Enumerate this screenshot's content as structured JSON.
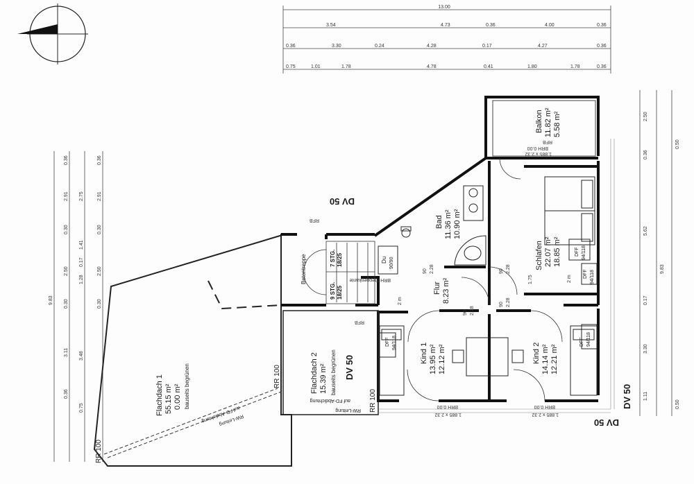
{
  "rooms": {
    "bad": {
      "name": "Bad",
      "area1": "11.36 m²",
      "area2": "10.90 m²"
    },
    "schlafen": {
      "name": "Schlafen",
      "area1": "22.07 m²",
      "area2": "18.85 m²"
    },
    "balkon": {
      "name": "Balkon",
      "area1": "11.82 m²",
      "area2": "5.58 m²"
    },
    "flur": {
      "name": "Flur",
      "area1": "8.23 m²"
    },
    "kind1": {
      "name": "Kind 1",
      "area1": "13.95 m²",
      "area2": "12.12 m²"
    },
    "kind2": {
      "name": "Kind 2",
      "area1": "14.14 m²",
      "area2": "12.21 m²"
    },
    "flachdach1": {
      "name": "Flachdach 1",
      "area1": "55.15 m²",
      "area2": "0.00 m²",
      "note": "bauseits begrünen"
    },
    "flachdach2": {
      "name": "Flachdach 2",
      "area1": "15.39 m²",
      "note": "bauseits begrünen"
    }
  },
  "labels": {
    "betontreppe": "Betontreppe",
    "stg7": "7 STG.",
    "stg7b": "18/25",
    "stg9": "9 STG.",
    "stg9b": "18/25",
    "du": "Du",
    "du_size": "90/90",
    "dff": "DFF",
    "dff_size": "94/118",
    "dv50": "DV 50",
    "rr100": "RR 100",
    "rwl": "RW-Leitung",
    "fd_abdichtung": "auf FD-Abdichtung",
    "rfb": "RFB",
    "brh": "BRH 0.00",
    "win_size": "1.885 x 2.32",
    "brh_treppe": "BRH Treppenkante",
    "flur_90": "90",
    "flur_228": "2.28",
    "m2": "2 m",
    "dim_175": "1.75"
  },
  "dims_top": {
    "total": "13.00",
    "row2": [
      "3.54",
      "4.73",
      "0.36",
      "4.00",
      "0.36"
    ],
    "row3": [
      "0.36",
      "3.30",
      "0.24",
      "4.28",
      "0.17",
      "4.27",
      "0.36"
    ],
    "row4": [
      "0.75",
      "1.01",
      "1.78",
      "4.78",
      "0.41",
      "1.80",
      "1.78",
      "0.36"
    ]
  },
  "dims_left": {
    "total": "9.83",
    "col1": [
      "0.36",
      "2.91",
      "0.30",
      "2.50",
      "0.30",
      "3.11",
      "0.36"
    ],
    "col2": [
      "2.75",
      "1.41",
      "0.17",
      "1.28",
      "3.48",
      "0.75"
    ],
    "col3": [
      "0.36",
      "2.91",
      "0.30",
      "2.50",
      "0.30"
    ]
  },
  "dims_right": {
    "total": "9.83",
    "col1": [
      "2.50",
      "0.36",
      "5.62",
      "0.17",
      "3.30",
      "1.11"
    ],
    "col2": [
      "0.50",
      "0.50"
    ]
  }
}
